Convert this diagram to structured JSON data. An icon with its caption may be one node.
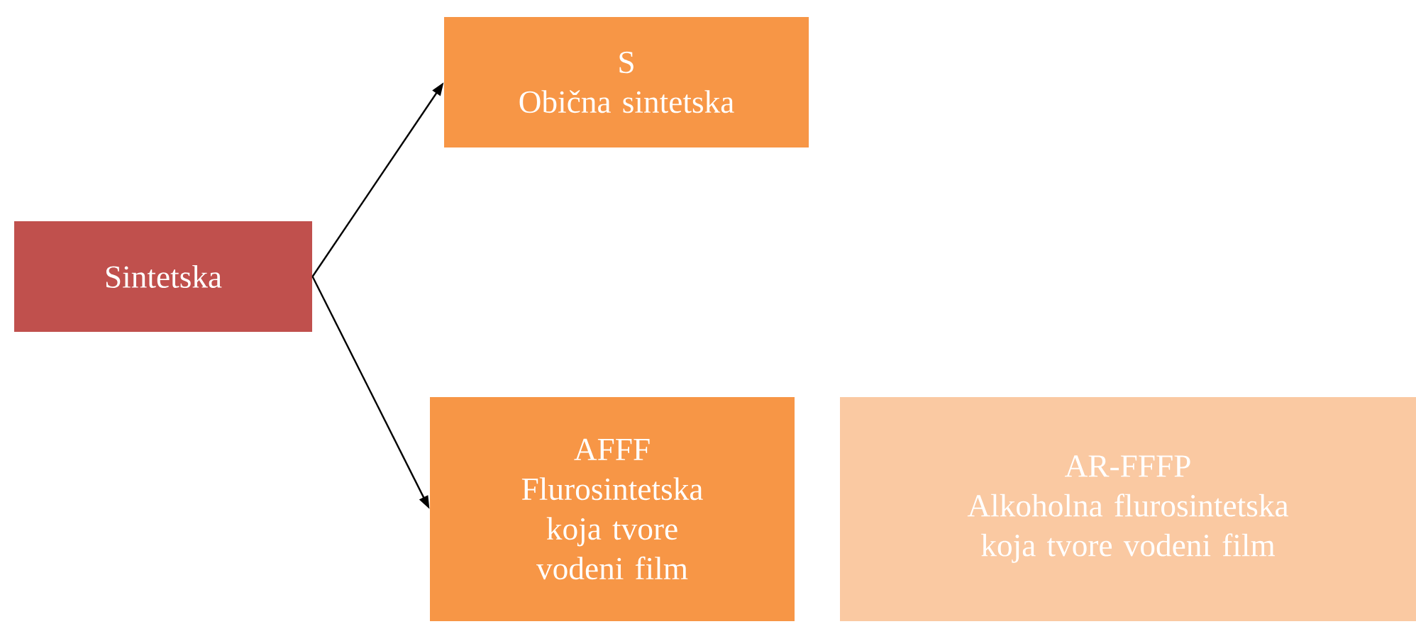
{
  "diagram": {
    "nodes": [
      {
        "text": [
          "Sintetska"
        ]
      },
      {
        "text": [
          "S",
          "Obična sintetska"
        ]
      },
      {
        "text": [
          "AFFF",
          "Flurosintetska koja tvore vodeni film"
        ]
      },
      {
        "text": [
          "AR-FFFP",
          "Alkoholna flurosintetska koja tvore vodeni film"
        ]
      }
    ],
    "edges": [
      {
        "from": 0,
        "to": 1,
        "arrow": "to"
      },
      {
        "from": 0,
        "to": 2,
        "arrow": "to"
      }
    ]
  }
}
